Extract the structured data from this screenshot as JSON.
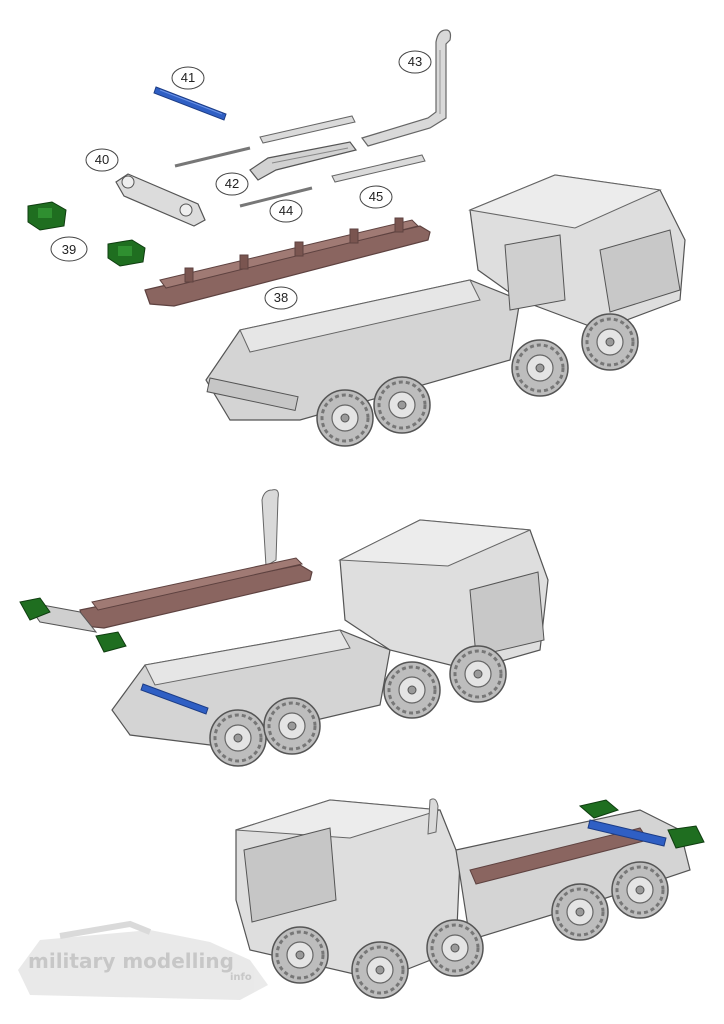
{
  "callouts": [
    "41",
    "43",
    "40",
    "42",
    "44",
    "45",
    "39",
    "38"
  ],
  "colors": {
    "frame": "#8a6560",
    "frame_dark": "#5e4240",
    "blue": "#2f5fc4",
    "green": "#1f6e20",
    "grey": "#cfcfcf",
    "grey_dark": "#8c8c8c"
  },
  "watermark": {
    "main": "military modelling",
    "sub": "info"
  }
}
